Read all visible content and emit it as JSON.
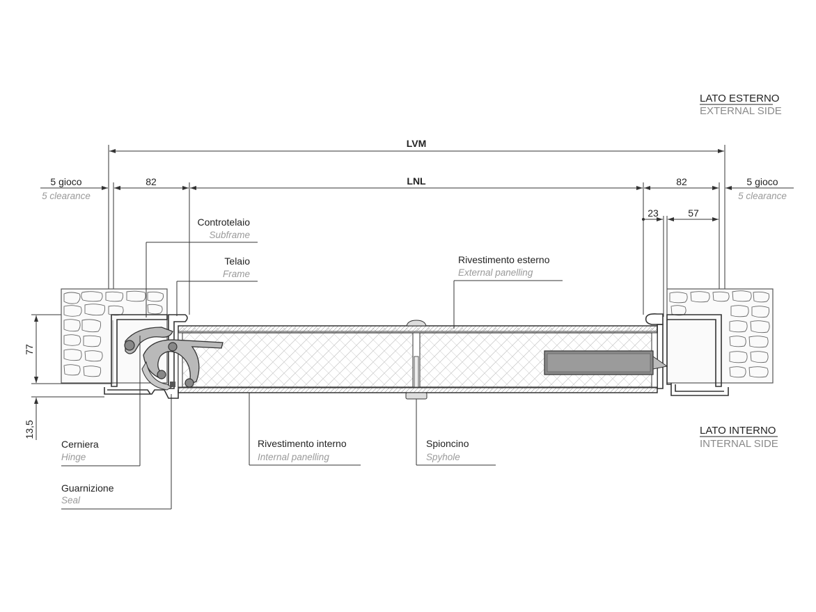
{
  "sides": {
    "external_it": "LATO ESTERNO",
    "external_en": "EXTERNAL SIDE",
    "internal_it": "LATO INTERNO",
    "internal_en": "INTERNAL SIDE"
  },
  "dimensions": {
    "lvm": "LVM",
    "lnl": "LNL",
    "left_82": "82",
    "right_82": "82",
    "d23": "23",
    "d57": "57",
    "d77": "77",
    "d13_5": "13,5",
    "clearance_left_it": "5 gioco",
    "clearance_left_en": "5 clearance",
    "clearance_right_it": "5 gioco",
    "clearance_right_en": "5 clearance"
  },
  "labels": {
    "subframe_it": "Controtelaio",
    "subframe_en": "Subframe",
    "frame_it": "Telaio",
    "frame_en": "Frame",
    "ext_panel_it": "Rivestimento esterno",
    "ext_panel_en": "External panelling",
    "hinge_it": "Cerniera",
    "hinge_en": "Hinge",
    "int_panel_it": "Rivestimento interno",
    "int_panel_en": "Internal panelling",
    "spyhole_it": "Spioncino",
    "spyhole_en": "Spyhole",
    "seal_it": "Guarnizione",
    "seal_en": "Seal"
  }
}
